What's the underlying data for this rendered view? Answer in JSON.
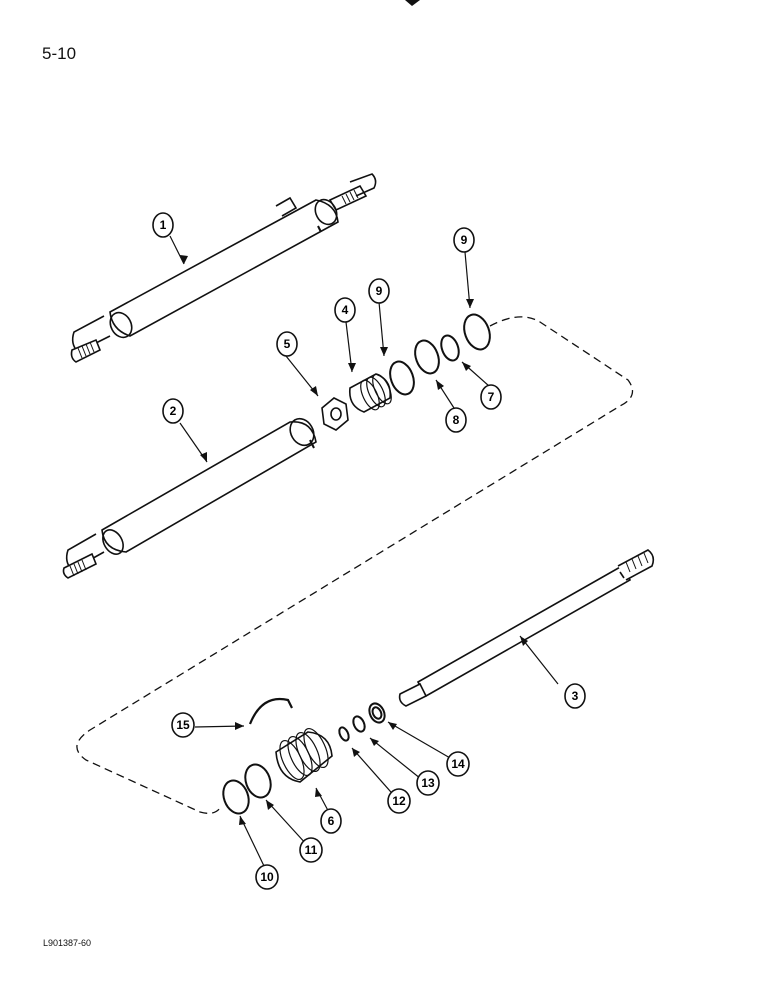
{
  "page_number": "5-10",
  "figure_code": "L901387-60",
  "callouts": [
    "1",
    "2",
    "3",
    "4",
    "5",
    "6",
    "7",
    "8",
    "9",
    "9",
    "10",
    "11",
    "12",
    "13",
    "14",
    "15"
  ]
}
